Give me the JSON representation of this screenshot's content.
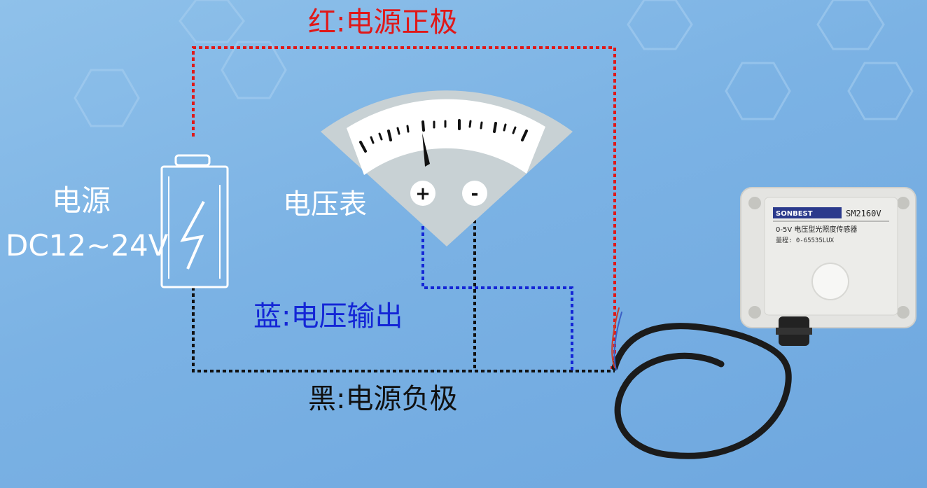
{
  "labels": {
    "red_wire": "红:电源正极",
    "blue_wire": "蓝:电压输出",
    "black_wire": "黑:电源负极",
    "power_supply_line1": "电源",
    "power_supply_line2": "DC12~24V",
    "voltmeter": "电压表"
  },
  "voltmeter": {
    "plus_symbol": "+",
    "minus_symbol": "-"
  },
  "sensor": {
    "brand": "SONBEST",
    "model": "SM2160V",
    "description": "0-5V 电压型光照度传感器",
    "range": "量程: 0-65535LUX"
  },
  "colors": {
    "red_wire": "#e01818",
    "blue_wire": "#1426d6",
    "black_wire": "#111111",
    "background": "#7bb2e4"
  }
}
